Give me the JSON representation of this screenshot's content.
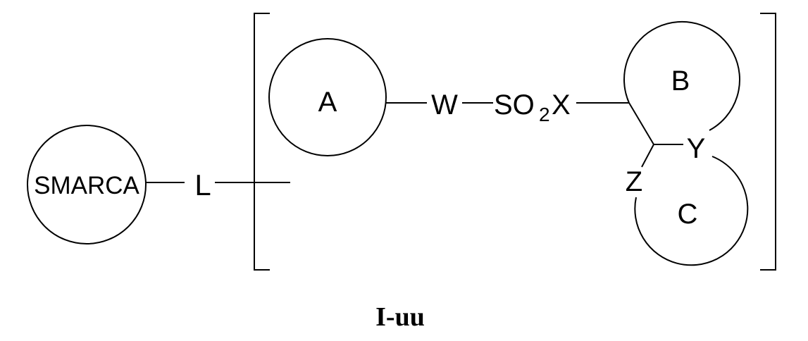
{
  "labels": {
    "smarca": "SMARCA",
    "linker": "L",
    "ring_a": "A",
    "w": "W",
    "so": "SO",
    "sub2": "2",
    "x": "X",
    "ring_b": "B",
    "y": "Y",
    "z": "Z",
    "ring_c": "C"
  },
  "caption": "I-uu"
}
